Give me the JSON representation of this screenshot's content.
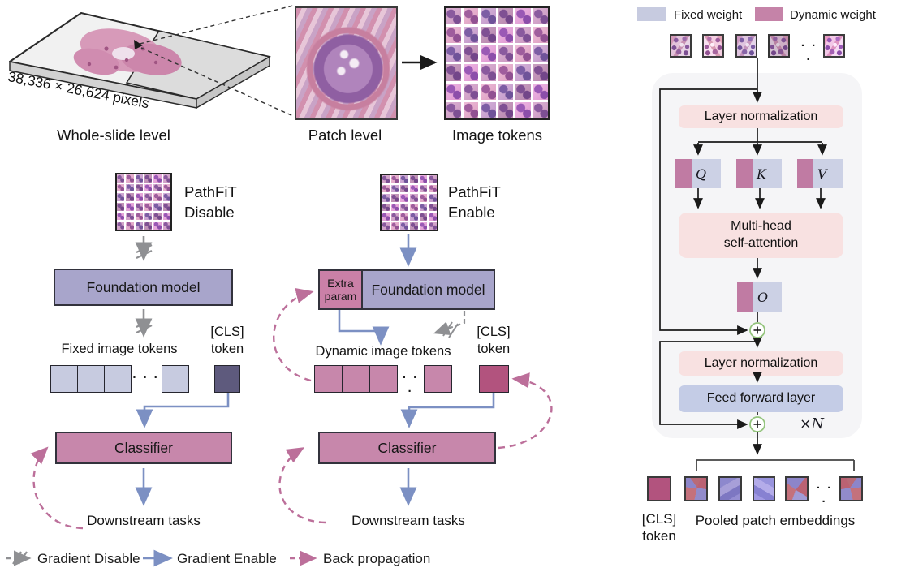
{
  "dots": "· · ·",
  "top": {
    "slide_dimensions": "38,336 × 26,624 pixels",
    "whole_slide_caption": "Whole-slide level",
    "patch_caption": "Patch level",
    "tokens_caption": "Image tokens",
    "grid_size": 6
  },
  "disable_flow": {
    "title_line1": "PathFiT",
    "title_line2": "Disable",
    "foundation_label": "Foundation model",
    "tokens_label": "Fixed image tokens",
    "cls_label_line1": "[CLS]",
    "cls_label_line2": "token",
    "classifier_label": "Classifier",
    "downstream_label": "Downstream tasks"
  },
  "enable_flow": {
    "title_line1": "PathFiT",
    "title_line2": "Enable",
    "extra_param_line1": "Extra",
    "extra_param_line2": "param",
    "foundation_label": "Foundation model",
    "tokens_label": "Dynamic image tokens",
    "cls_label_line1": "[CLS]",
    "cls_label_line2": "token",
    "classifier_label": "Classifier",
    "downstream_label": "Downstream tasks"
  },
  "legend": {
    "gradient_disable": "Gradient Disable",
    "gradient_enable": "Gradient Enable",
    "back_propagation": "Back propagation"
  },
  "panel": {
    "legend_fixed": "Fixed weight",
    "legend_dynamic": "Dynamic weight",
    "layer_norm_1": "Layer normalization",
    "q_label": "Q",
    "k_label": "K",
    "v_label": "V",
    "o_label": "O",
    "mhsa_line1": "Multi-head",
    "mhsa_line2": "self-attention",
    "layer_norm_2": "Layer normalization",
    "ffn_label": "Feed forward layer",
    "repeat_label": "×N",
    "cls_label_line1": "[CLS]",
    "cls_label_line2": "token",
    "pooled_label": "Pooled patch embeddings"
  },
  "colors": {
    "fixed_weight": "#c7cbe0",
    "dynamic_weight": "#c583a8",
    "foundation_box": "#a8a5cb",
    "cls_fixed": "#5e5a7d",
    "cls_dynamic": "#b2537e",
    "classifier_box": "#c787ab",
    "extra_param_box": "#ca80a7",
    "gradient_enable_arrow": "#7c90c3",
    "gradient_disable_arrow": "#8f9093",
    "back_propagation_arrow": "#bc6f9a",
    "layer_norm_box": "#f8e1e1",
    "feed_forward_box": "#c4cce6",
    "panel_background": "#f5f5f7",
    "residual_plus_circle": "#94c47d"
  }
}
